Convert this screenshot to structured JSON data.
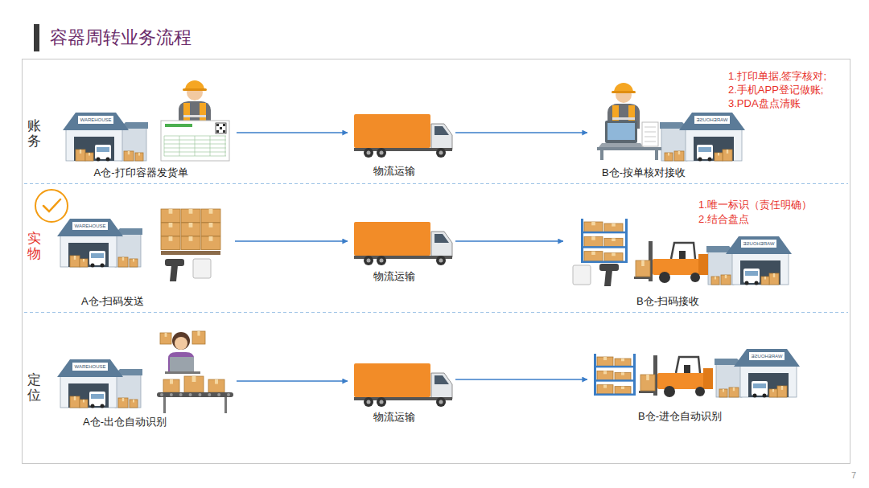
{
  "diagram": {
    "title": "容器周转业务流程",
    "nodes": [
      {
        "text": [
          "账务"
        ]
      },
      {
        "text": [
          "A仓-打印容器发货单"
        ],
        "in": 0
      },
      {
        "text": [
          "物流运输"
        ],
        "in": 0
      },
      {
        "text": [
          "B仓-按单核对接收"
        ],
        "in": 0
      },
      {
        "text": [
          "实物"
        ]
      },
      {
        "text": [
          "A仓-扫码发送"
        ],
        "in": 4
      },
      {
        "text": [
          "物流运输"
        ],
        "in": 4
      },
      {
        "text": [
          "B仓-扫码接收"
        ],
        "in": 4
      },
      {
        "text": [
          "定位"
        ]
      },
      {
        "text": [
          "A仓-出仓自动识别"
        ],
        "in": 8
      },
      {
        "text": [
          "物流运输"
        ],
        "in": 8
      },
      {
        "text": [
          "B仓-进仓自动识别"
        ],
        "in": 8
      }
    ],
    "edges": [
      {
        "from": 1,
        "to": 2,
        "arrow": "to"
      },
      {
        "from": 2,
        "to": 3,
        "arrow": "to"
      },
      {
        "from": 5,
        "to": 6,
        "arrow": "to"
      },
      {
        "from": 6,
        "to": 7,
        "arrow": "to"
      },
      {
        "from": 9,
        "to": 10,
        "arrow": "to"
      },
      {
        "from": 10,
        "to": 11,
        "arrow": "to"
      }
    ],
    "labels": [
      "1.打印单据,签字核对;",
      "2.手机APP登记做账;",
      "3.PDA盘点清账",
      "1.唯一标识（责任明确）",
      "2.结合盘点",
      "WAREHOUSE",
      "WAREHOUSE",
      "WAREHOUSE",
      "WAREHOUSE",
      "WAREHOUSE",
      "WAREHOUSE",
      "7"
    ]
  }
}
